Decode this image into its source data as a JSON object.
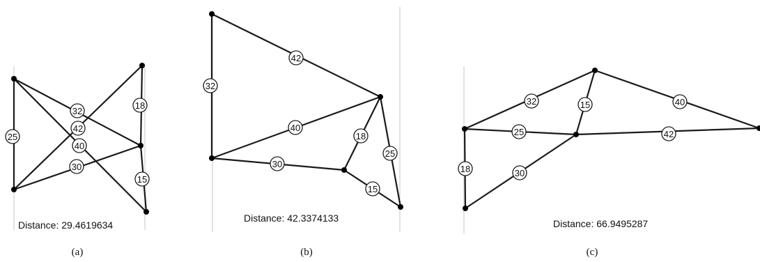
{
  "panels": [
    {
      "id": "a",
      "caption": "(a)",
      "distance_label": "Distance: 29.4619634",
      "nodes": [
        {
          "id": "n1"
        },
        {
          "id": "n2"
        },
        {
          "id": "n3"
        },
        {
          "id": "n4"
        },
        {
          "id": "n5"
        },
        {
          "id": "n6"
        }
      ],
      "edges": [
        {
          "from": "n1",
          "to": "n2",
          "weight": "25"
        },
        {
          "from": "n1",
          "to": "n5",
          "weight": "32"
        },
        {
          "from": "n1",
          "to": "n6",
          "weight": "42"
        },
        {
          "from": "n2",
          "to": "n3",
          "weight": "40"
        },
        {
          "from": "n2",
          "to": "n5",
          "weight": "30"
        },
        {
          "from": "n3",
          "to": "n5",
          "weight": "18"
        },
        {
          "from": "n5",
          "to": "n6",
          "weight": "15"
        }
      ]
    },
    {
      "id": "b",
      "caption": "(b)",
      "distance_label": "Distance: 42.3374133",
      "nodes": [
        {
          "id": "n1"
        },
        {
          "id": "n2"
        },
        {
          "id": "n3"
        },
        {
          "id": "n4"
        },
        {
          "id": "n5"
        }
      ],
      "edges": [
        {
          "from": "n1",
          "to": "n2",
          "weight": "32"
        },
        {
          "from": "n1",
          "to": "n3",
          "weight": "42"
        },
        {
          "from": "n2",
          "to": "n3",
          "weight": "40"
        },
        {
          "from": "n2",
          "to": "n4",
          "weight": "30"
        },
        {
          "from": "n3",
          "to": "n4",
          "weight": "18"
        },
        {
          "from": "n3",
          "to": "n5",
          "weight": "25"
        },
        {
          "from": "n4",
          "to": "n5",
          "weight": "15"
        }
      ]
    },
    {
      "id": "c",
      "caption": "(c)",
      "distance_label": "Distance: 66.9495287",
      "nodes": [
        {
          "id": "n1"
        },
        {
          "id": "n2"
        },
        {
          "id": "n3"
        },
        {
          "id": "n4"
        },
        {
          "id": "n5"
        }
      ],
      "edges": [
        {
          "from": "n1",
          "to": "n2",
          "weight": "32"
        },
        {
          "from": "n1",
          "to": "n4",
          "weight": "25"
        },
        {
          "from": "n1",
          "to": "n5",
          "weight": "18"
        },
        {
          "from": "n2",
          "to": "n4",
          "weight": "15"
        },
        {
          "from": "n2",
          "to": "n3",
          "weight": "40"
        },
        {
          "from": "n4",
          "to": "n3",
          "weight": "42"
        },
        {
          "from": "n4",
          "to": "n5",
          "weight": "30"
        }
      ]
    }
  ]
}
